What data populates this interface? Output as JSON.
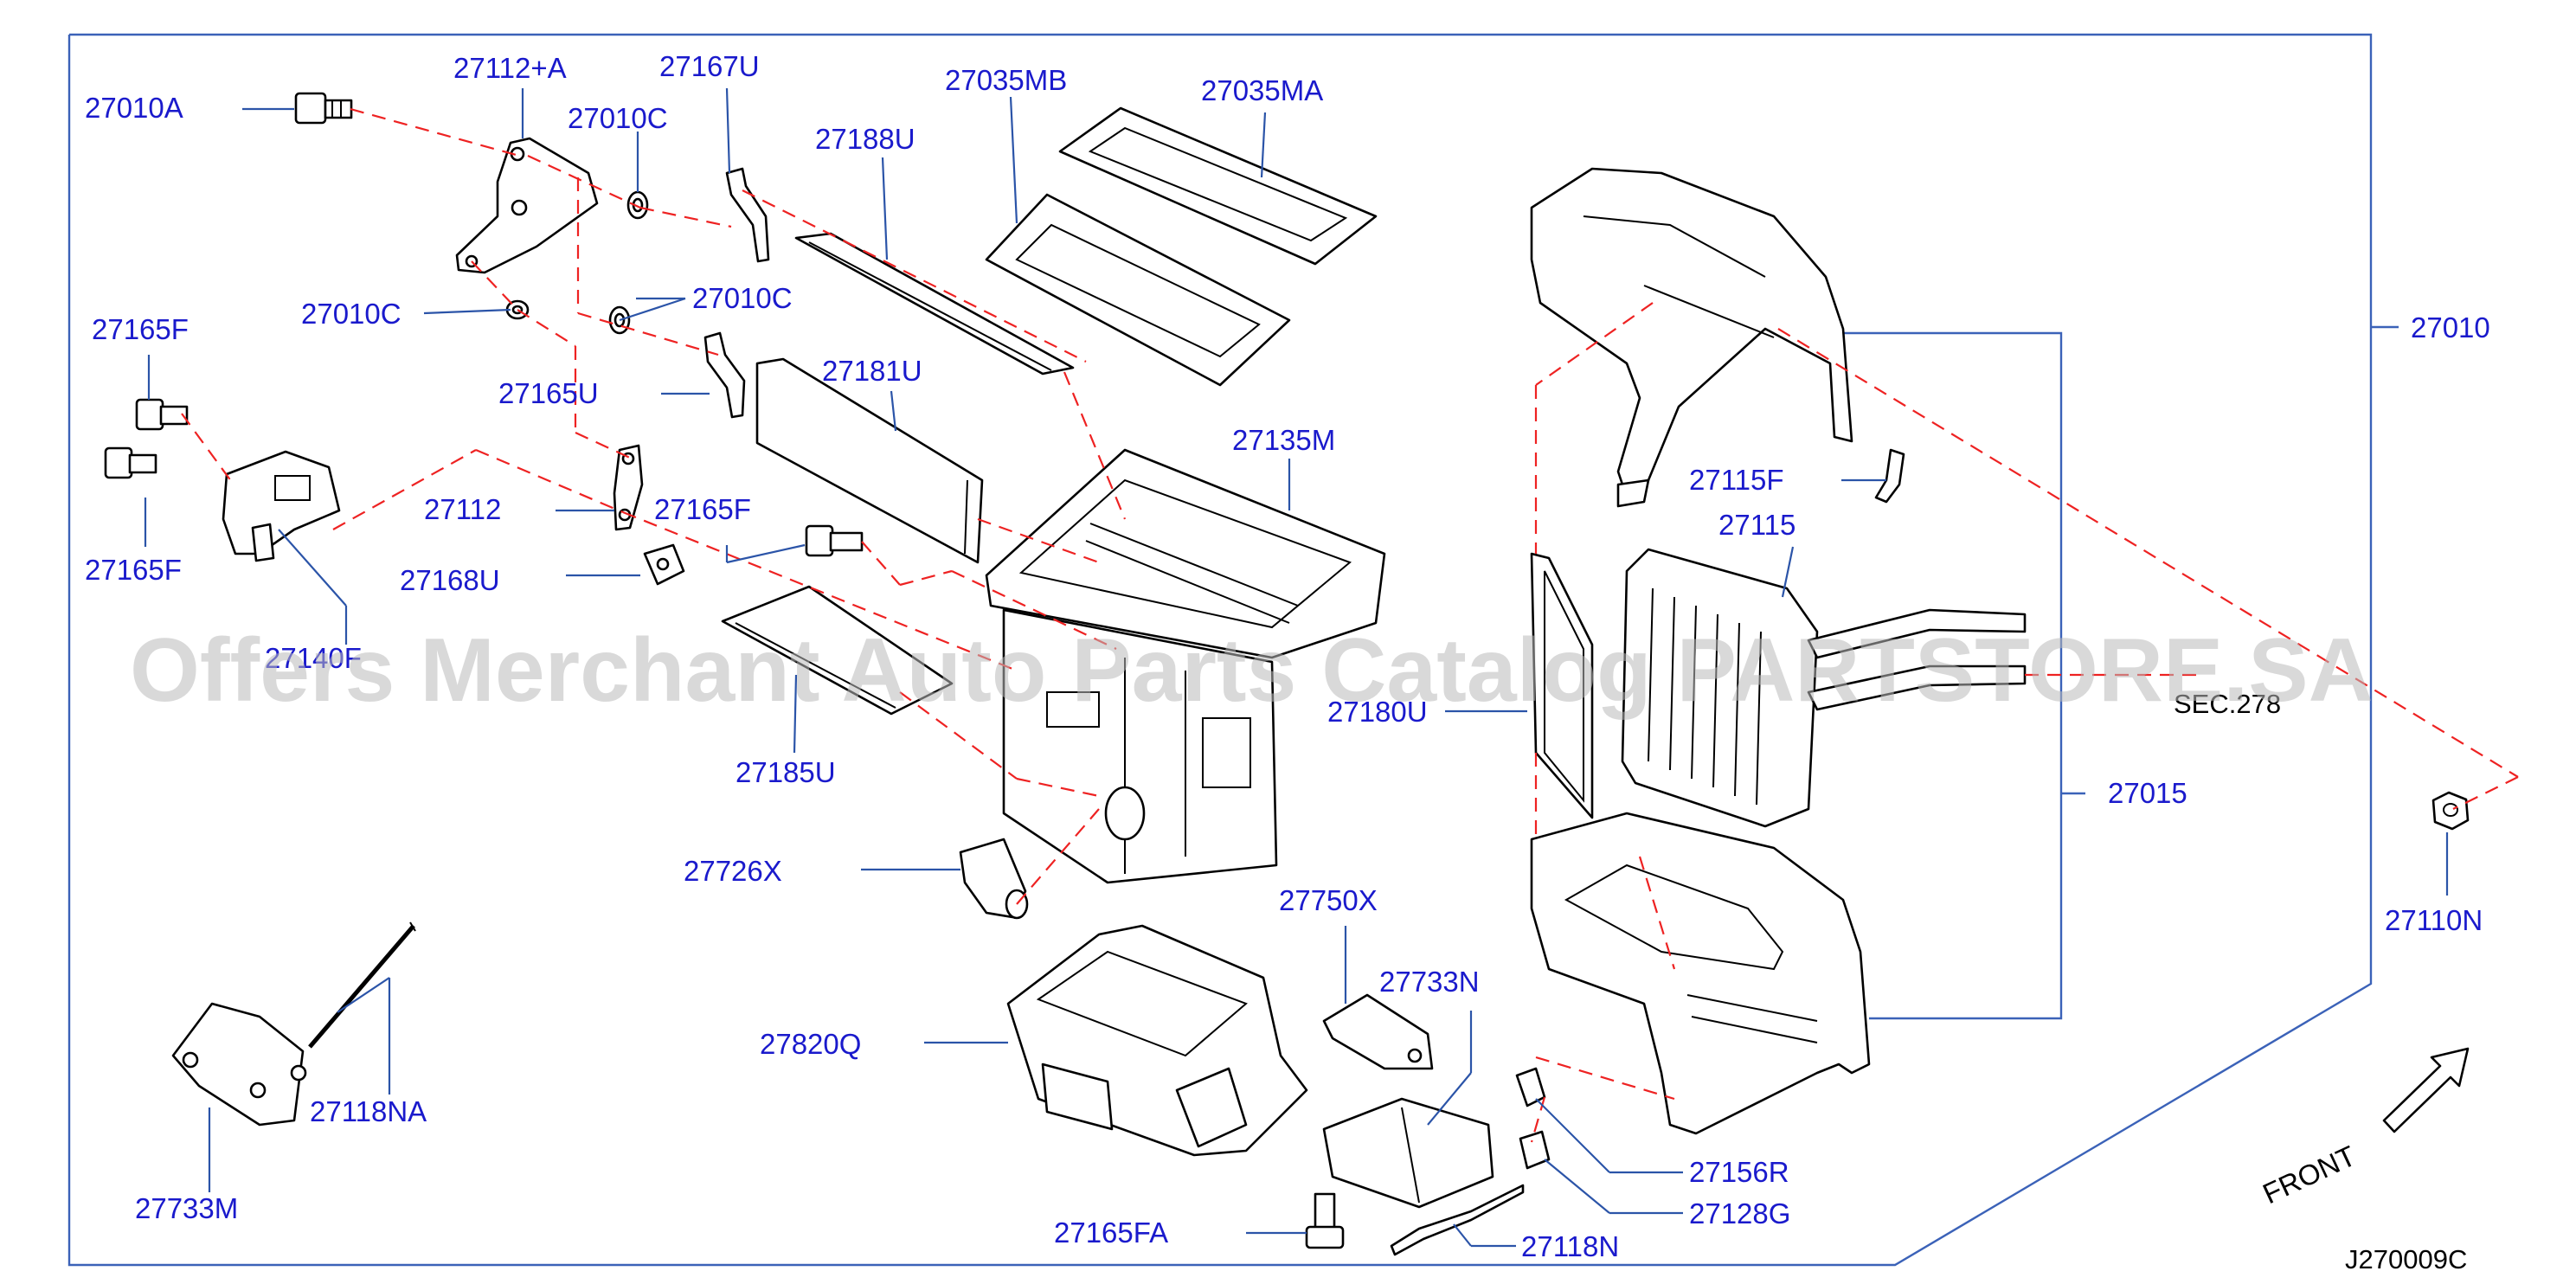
{
  "diagram": {
    "watermark": "Offers Merchant Auto Parts Catalog PARTSTORE.SA",
    "front_label": "FRONT",
    "section_ref": "SEC.278",
    "drawing_code": "J270009C",
    "labels": {
      "p27010A": "27010A",
      "p27112A": "27112+A",
      "p27167U": "27167U",
      "p27010C_a": "27010C",
      "p27035MB": "27035MB",
      "p27035MA": "27035MA",
      "p27188U": "27188U",
      "p27010C_b": "27010C",
      "p27010C_c": "27010C",
      "p27165F_a": "27165F",
      "p27165U": "27165U",
      "p27181U": "27181U",
      "p27135M": "27135M",
      "p27010": "27010",
      "p27112": "27112",
      "p27165F_b": "27165F",
      "p27165F_c": "27165F",
      "p27168U": "27168U",
      "p27115F": "27115F",
      "p27115": "27115",
      "p27140F": "27140F",
      "p27180U": "27180U",
      "p27185U": "27185U",
      "p27015": "27015",
      "p27726X": "27726X",
      "p27750X": "27750X",
      "p27110N": "27110N",
      "p27733N": "27733N",
      "p27820Q": "27820Q",
      "p27118NA": "27118NA",
      "p27156R": "27156R",
      "p27733M": "27733M",
      "p27128G": "27128G",
      "p27165FA": "27165FA",
      "p27118N": "27118N"
    }
  }
}
